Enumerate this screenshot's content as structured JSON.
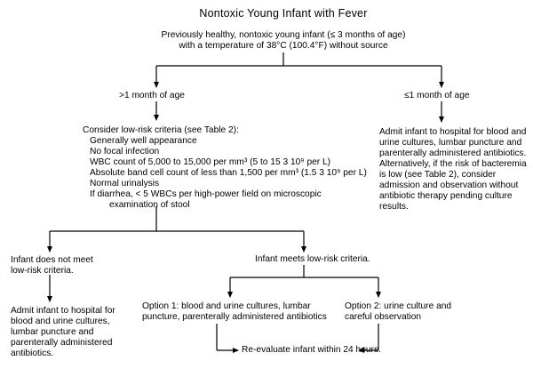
{
  "title": "Nontoxic Young Infant with Fever",
  "root": {
    "lines": [
      "Previously healthy, nontoxic young infant (≤ 3 months of age)",
      "with a temperature of 38°C (100.4°F) without source"
    ]
  },
  "branch_left": {
    "label": ">1 month of age"
  },
  "branch_right": {
    "label": "≤1 month of age"
  },
  "criteria": {
    "heading": "Consider low-risk criteria (see Table 2):",
    "items": [
      "Generally well appearance",
      "No focal infection",
      "WBC count of 5,000 to 15,000 per mm³ (5 to 15 3   10⁹ per L)",
      "Absolute band cell count of less than 1,500 per mm³ (1.5 3   10⁹ per L)",
      "Normal urinalysis",
      "If diarrhea, < 5 WBCs per high-power field on microscopic",
      "examination of stool"
    ]
  },
  "admit_young": {
    "lines": [
      "Admit infant to hospital for blood and",
      "urine cultures, lumbar puncture and",
      "parenterally administered antibiotics.",
      "Alternatively, if the risk of bacteremia",
      "is low (see Table 2), consider",
      "admission and observation without",
      "antibiotic therapy pending culture",
      "results."
    ]
  },
  "not_meet": {
    "lines": [
      "Infant does not meet",
      "low-risk criteria."
    ]
  },
  "meets": {
    "label": "Infant meets low-risk criteria."
  },
  "admit_not_meet": {
    "lines": [
      "Admit infant to hospital for",
      "blood and urine cultures,",
      "lumbar puncture and",
      "parenterally administered",
      "antibiotics."
    ]
  },
  "option1": {
    "lines": [
      "Option 1: blood and urine cultures, lumbar",
      "puncture, parenterally administered antibiotics"
    ]
  },
  "option2": {
    "lines": [
      "Option 2: urine culture and",
      "careful observation"
    ]
  },
  "reevaluate": {
    "label": "Re-evaluate infant within 24 hours."
  }
}
